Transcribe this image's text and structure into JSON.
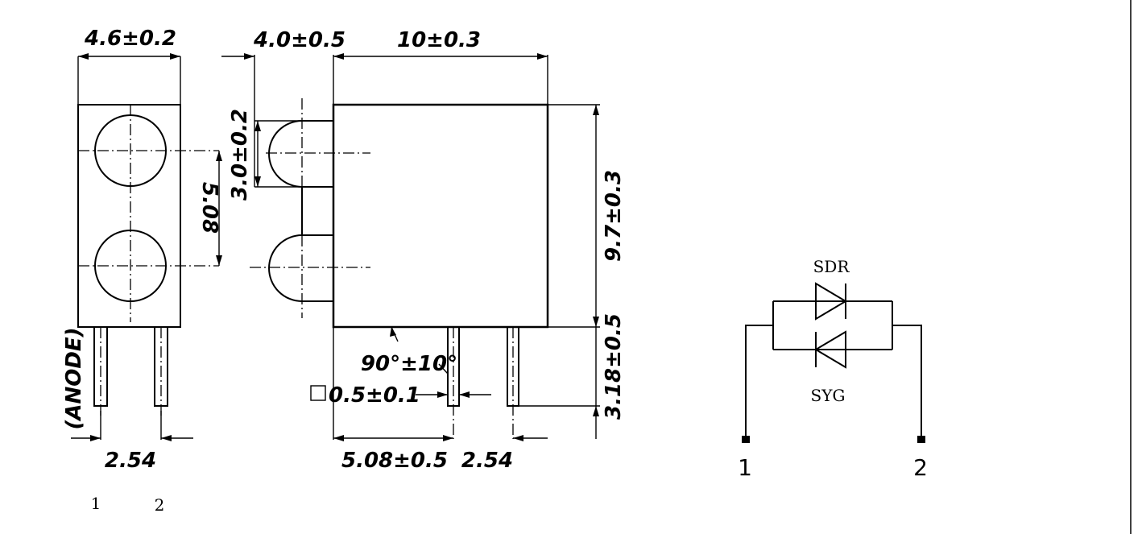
{
  "front_view": {
    "width_dim": "4.6±0.2",
    "pitch_dim": "5.08",
    "anode_label": "(ANODE)",
    "lead_pitch_dim": "2.54",
    "pin1": "1",
    "pin2": "2"
  },
  "side_view": {
    "offset_dim": "4.0±0.5",
    "length_dim": "10±0.3",
    "lens_dim": "3.0±0.2",
    "height_dim": "9.7±0.3",
    "angle_dim": "90°±10°",
    "lead_size_dim": "0.5±0.1",
    "standoff_dim": "3.18±0.5",
    "lead_offset_dim": "5.08±0.5",
    "lead_pitch_dim": "2.54"
  },
  "schematic": {
    "top_diode": "SDR",
    "bottom_diode": "SYG",
    "pin1": "1",
    "pin2": "2"
  }
}
